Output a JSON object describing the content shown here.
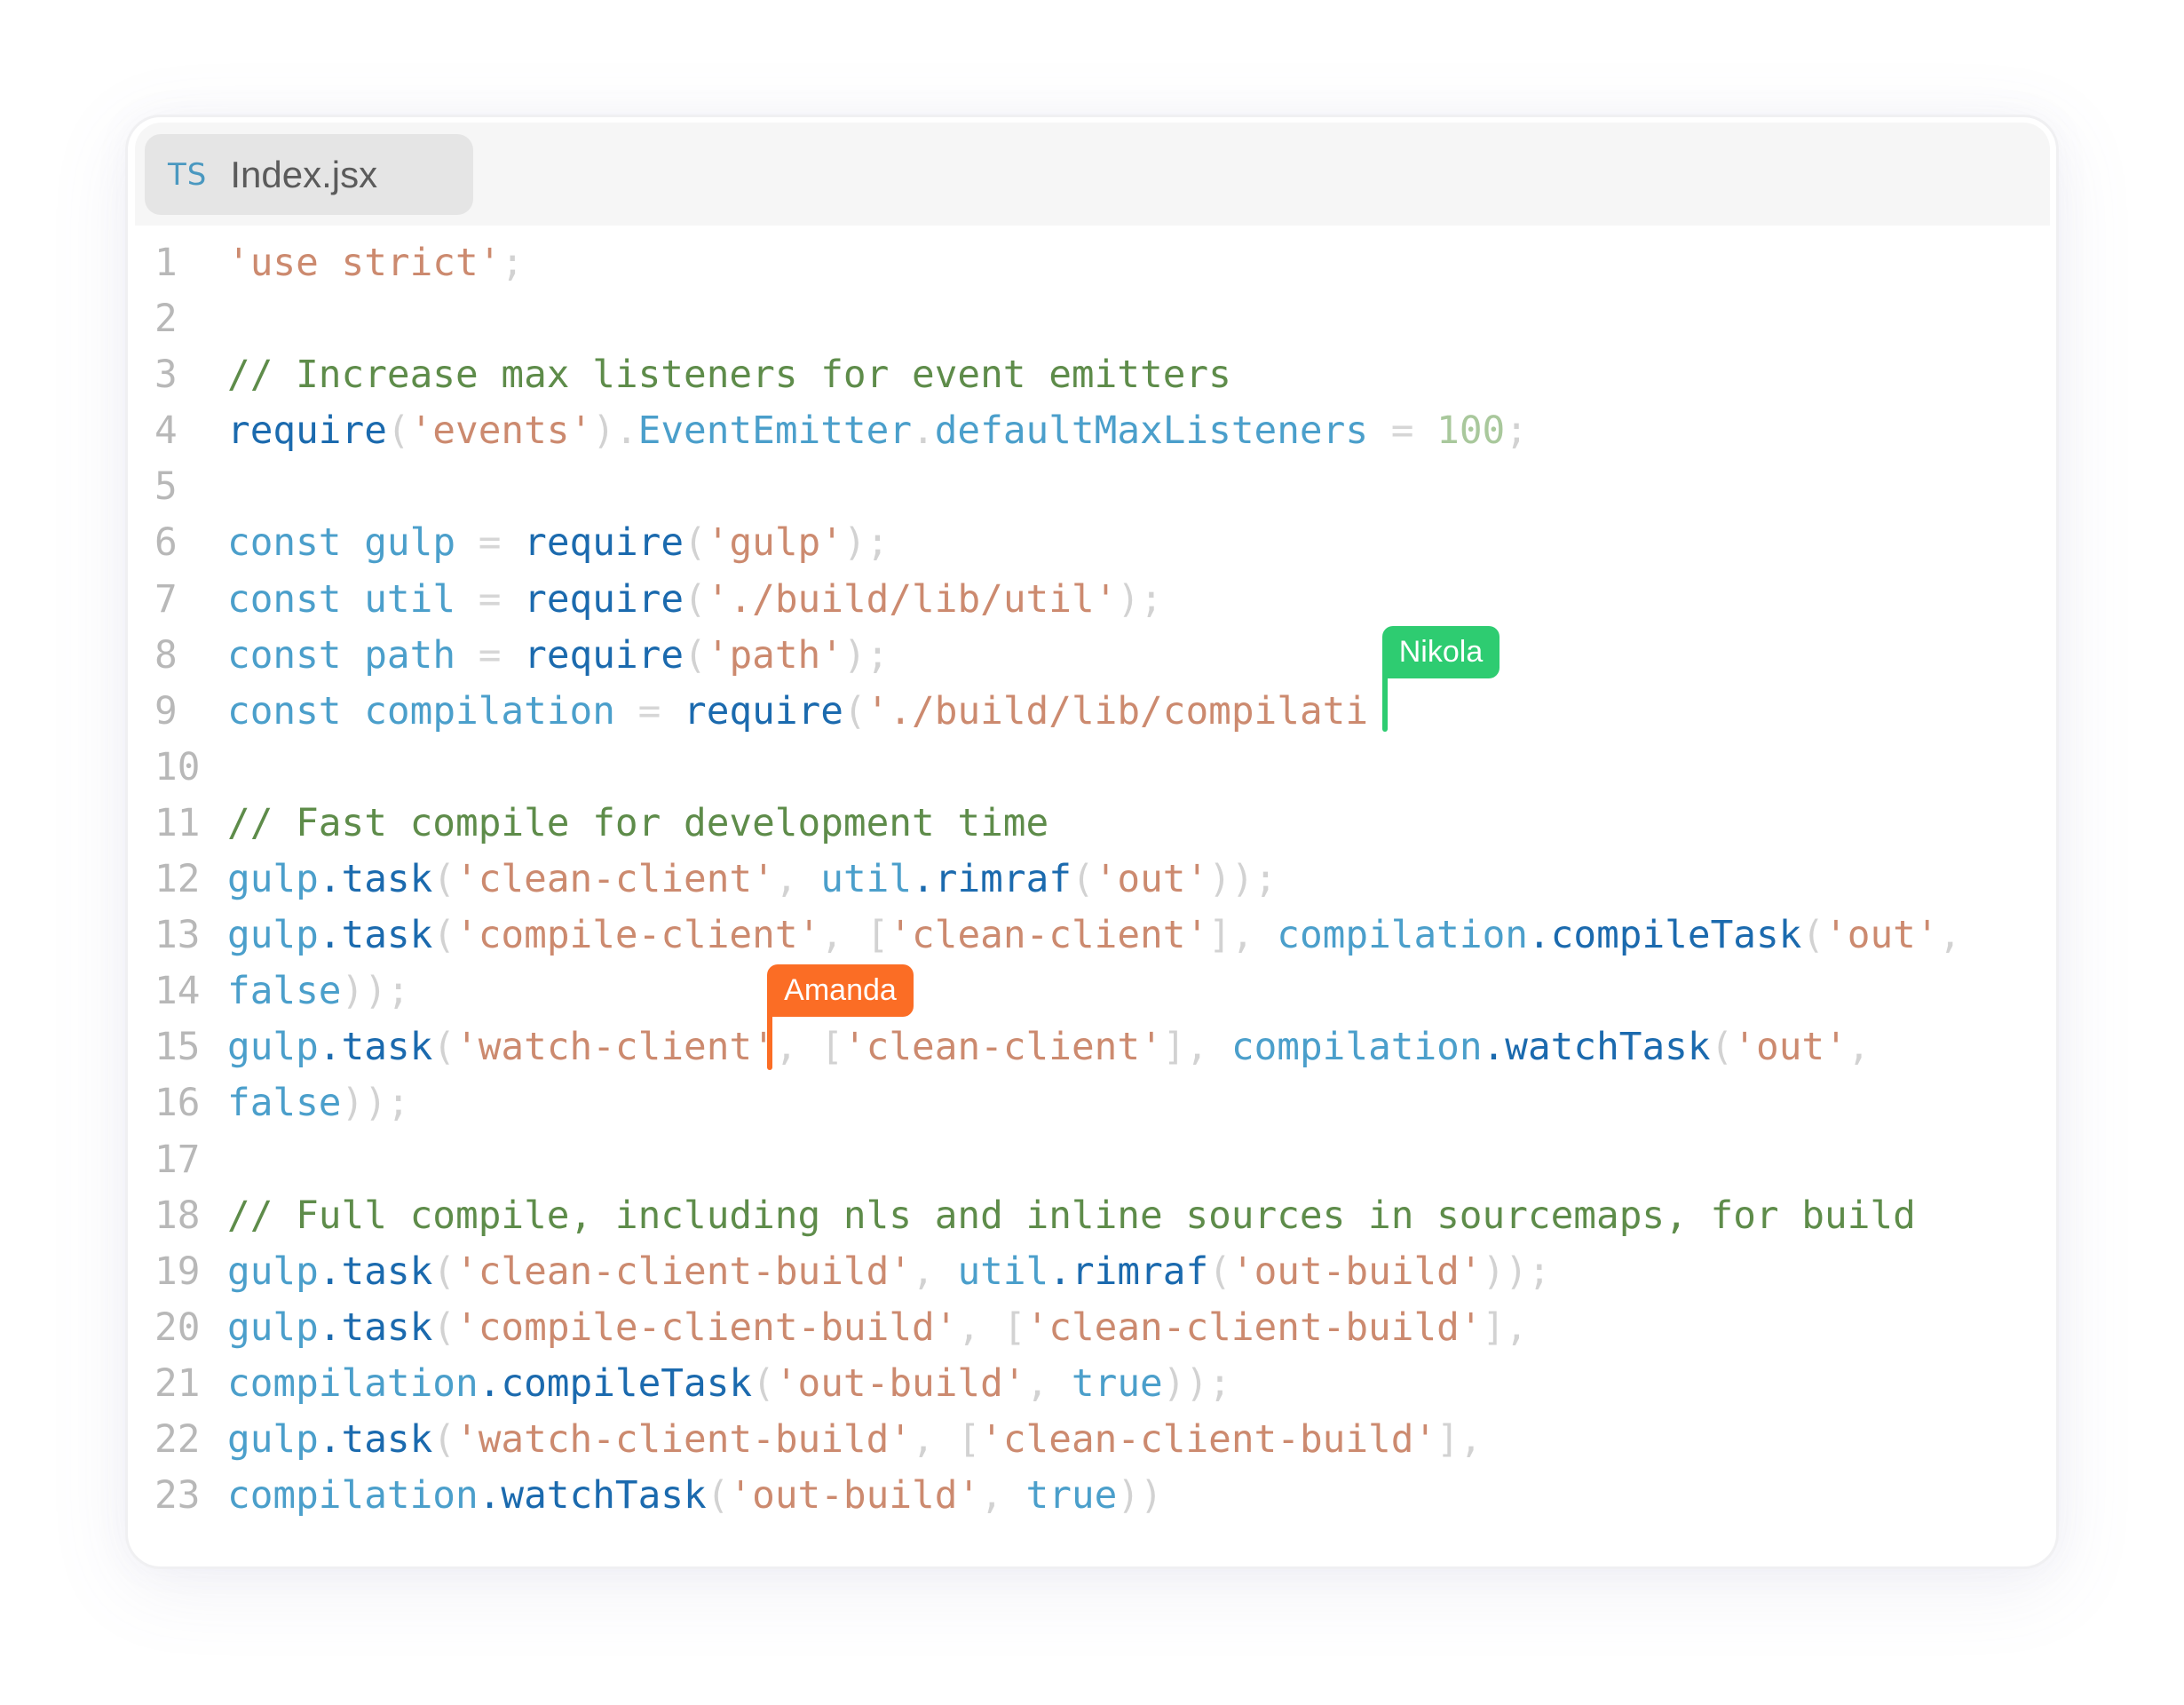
{
  "tab": {
    "lang_badge": "TS",
    "filename": "Index.jsx"
  },
  "colors": {
    "string": "#cc8a6f",
    "comment": "#5e8c4a",
    "identifier": "#4b9fcb",
    "function": "#1b6aae",
    "punctuation": "#d2d2d2",
    "number": "#a9c89c",
    "nikola": "#2ecc71",
    "amanda": "#fb6d25"
  },
  "lines": [
    {
      "n": "1",
      "tokens": [
        [
          "str",
          "'use strict'"
        ],
        [
          "p",
          ";"
        ]
      ]
    },
    {
      "n": "2",
      "tokens": []
    },
    {
      "n": "3",
      "tokens": [
        [
          "com",
          "// Increase max listeners for event emitters"
        ]
      ]
    },
    {
      "n": "4",
      "tokens": [
        [
          "fn",
          "require"
        ],
        [
          "p",
          "("
        ],
        [
          "str",
          "'events'"
        ],
        [
          "p",
          ")."
        ],
        [
          "id",
          "EventEmitter"
        ],
        [
          "p",
          "."
        ],
        [
          "id",
          "defaultMaxListeners"
        ],
        [
          "op",
          " = "
        ],
        [
          "num",
          "100"
        ],
        [
          "p",
          ";"
        ]
      ]
    },
    {
      "n": "5",
      "tokens": []
    },
    {
      "n": "6",
      "tokens": [
        [
          "kw",
          "const"
        ],
        [
          "id",
          " gulp"
        ],
        [
          "op",
          " = "
        ],
        [
          "fn",
          "require"
        ],
        [
          "p",
          "("
        ],
        [
          "str",
          "'gulp'"
        ],
        [
          "p",
          ");"
        ]
      ]
    },
    {
      "n": "7",
      "tokens": [
        [
          "kw",
          "const"
        ],
        [
          "id",
          " util"
        ],
        [
          "op",
          " = "
        ],
        [
          "fn",
          "require"
        ],
        [
          "p",
          "("
        ],
        [
          "str",
          "'./build/lib/util'"
        ],
        [
          "p",
          ");"
        ]
      ]
    },
    {
      "n": "8",
      "tokens": [
        [
          "kw",
          "const"
        ],
        [
          "id",
          " path"
        ],
        [
          "op",
          " = "
        ],
        [
          "fn",
          "require"
        ],
        [
          "p",
          "("
        ],
        [
          "str",
          "'path'"
        ],
        [
          "p",
          ");"
        ]
      ]
    },
    {
      "n": "9",
      "tokens": [
        [
          "kw",
          "const"
        ],
        [
          "id",
          " compilation"
        ],
        [
          "op",
          " = "
        ],
        [
          "fn",
          "require"
        ],
        [
          "p",
          "("
        ],
        [
          "str",
          "'./build/lib/compilati"
        ]
      ]
    },
    {
      "n": "10",
      "tokens": []
    },
    {
      "n": "11",
      "tokens": [
        [
          "com",
          "// Fast compile for development time"
        ]
      ]
    },
    {
      "n": "12",
      "tokens": [
        [
          "id",
          "gulp"
        ],
        [
          "fn",
          ".task"
        ],
        [
          "p",
          "("
        ],
        [
          "str",
          "'clean-client'"
        ],
        [
          "p",
          ", "
        ],
        [
          "id",
          "util"
        ],
        [
          "fn",
          ".rimraf"
        ],
        [
          "p",
          "("
        ],
        [
          "str",
          "'out'"
        ],
        [
          "p",
          "));"
        ]
      ]
    },
    {
      "n": "13",
      "tokens": [
        [
          "id",
          "gulp"
        ],
        [
          "fn",
          ".task"
        ],
        [
          "p",
          "("
        ],
        [
          "str",
          "'compile-client'"
        ],
        [
          "p",
          ", ["
        ],
        [
          "str",
          "'clean-client'"
        ],
        [
          "p",
          "], "
        ],
        [
          "id",
          "compilation"
        ],
        [
          "fn",
          ".compileTask"
        ],
        [
          "p",
          "("
        ],
        [
          "str",
          "'out'"
        ],
        [
          "p",
          ","
        ]
      ]
    },
    {
      "n": "14",
      "tokens": [
        [
          "id",
          "false"
        ],
        [
          "p",
          "));"
        ]
      ]
    },
    {
      "n": "15",
      "tokens": [
        [
          "id",
          "gulp"
        ],
        [
          "fn",
          ".task"
        ],
        [
          "p",
          "("
        ],
        [
          "str",
          "'watch-client'"
        ],
        [
          "p",
          ", ["
        ],
        [
          "str",
          "'clean-client'"
        ],
        [
          "p",
          "], "
        ],
        [
          "id",
          "compilation"
        ],
        [
          "fn",
          ".watchTask"
        ],
        [
          "p",
          "("
        ],
        [
          "str",
          "'out'"
        ],
        [
          "p",
          ","
        ]
      ]
    },
    {
      "n": "16",
      "tokens": [
        [
          "id",
          "false"
        ],
        [
          "p",
          "));"
        ]
      ]
    },
    {
      "n": "17",
      "tokens": []
    },
    {
      "n": "18",
      "tokens": [
        [
          "com",
          "// Full compile, including nls and inline sources in sourcemaps, for build"
        ]
      ]
    },
    {
      "n": "19",
      "tokens": [
        [
          "id",
          "gulp"
        ],
        [
          "fn",
          ".task"
        ],
        [
          "p",
          "("
        ],
        [
          "str",
          "'clean-client-build'"
        ],
        [
          "p",
          ", "
        ],
        [
          "id",
          "util"
        ],
        [
          "fn",
          ".rimraf"
        ],
        [
          "p",
          "("
        ],
        [
          "str",
          "'out-build'"
        ],
        [
          "p",
          "));"
        ]
      ]
    },
    {
      "n": "20",
      "tokens": [
        [
          "id",
          "gulp"
        ],
        [
          "fn",
          ".task"
        ],
        [
          "p",
          "("
        ],
        [
          "str",
          "'compile-client-build'"
        ],
        [
          "p",
          ", ["
        ],
        [
          "str",
          "'clean-client-build'"
        ],
        [
          "p",
          "],"
        ]
      ]
    },
    {
      "n": "21",
      "tokens": [
        [
          "id",
          "compilation"
        ],
        [
          "fn",
          ".compileTask"
        ],
        [
          "p",
          "("
        ],
        [
          "str",
          "'out-build'"
        ],
        [
          "p",
          ", "
        ],
        [
          "id",
          "true"
        ],
        [
          "p",
          "));"
        ]
      ]
    },
    {
      "n": "22",
      "tokens": [
        [
          "id",
          "gulp"
        ],
        [
          "fn",
          ".task"
        ],
        [
          "p",
          "("
        ],
        [
          "str",
          "'watch-client-build'"
        ],
        [
          "p",
          ", ["
        ],
        [
          "str",
          "'clean-client-build'"
        ],
        [
          "p",
          "],"
        ]
      ]
    },
    {
      "n": "23",
      "tokens": [
        [
          "id",
          "compilation"
        ],
        [
          "fn",
          ".watchTask"
        ],
        [
          "p",
          "("
        ],
        [
          "str",
          "'out-build'"
        ],
        [
          "p",
          ", "
        ],
        [
          "id",
          "true"
        ],
        [
          "p",
          "))"
        ]
      ]
    }
  ],
  "cursors": [
    {
      "name": "Nikola",
      "line": "9",
      "color": "#2ecc71"
    },
    {
      "name": "Amanda",
      "line": "15",
      "color": "#fb6d25"
    }
  ]
}
